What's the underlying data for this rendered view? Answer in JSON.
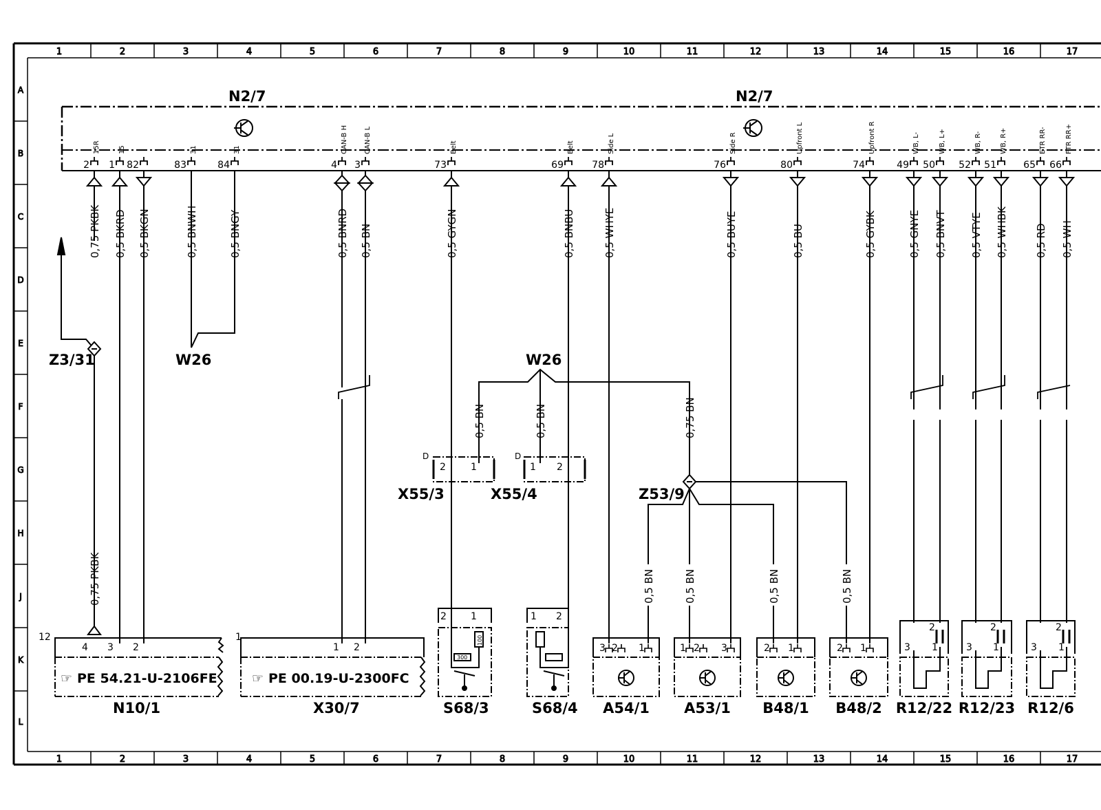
{
  "diagram": {
    "grid_columns": [
      "1",
      "2",
      "3",
      "4",
      "5",
      "6",
      "7",
      "8",
      "9",
      "10",
      "11",
      "12",
      "13",
      "14",
      "15",
      "16",
      "17"
    ],
    "grid_rows": [
      "A",
      "B",
      "C",
      "D",
      "E",
      "F",
      "G",
      "H",
      "J",
      "K",
      "L"
    ],
    "control_unit": {
      "label_left": "N2/7",
      "label_right": "N2/7",
      "pins": [
        {
          "num": "2",
          "name": "15R",
          "color": "0,75 PKBK",
          "dir": "up"
        },
        {
          "num": "1",
          "name": "15",
          "color": "0,5 BKRD",
          "dir": "up"
        },
        {
          "num": "82",
          "name": "",
          "color": "0,5 BKGN",
          "dir": "down"
        },
        {
          "num": "83",
          "name": "31",
          "color": "0,5 BNWH",
          "dir": ""
        },
        {
          "num": "84",
          "name": "31",
          "color": "0,5 BNGY",
          "dir": ""
        },
        {
          "num": "4",
          "name": "CAN-B H",
          "color": "0,5 BNRD",
          "dir": "both"
        },
        {
          "num": "3",
          "name": "CAN-B L",
          "color": "0,5 BN",
          "dir": "both"
        },
        {
          "num": "73",
          "name": "Belt",
          "color": "0,5 GYGN",
          "dir": "up"
        },
        {
          "num": "69",
          "name": "Belt",
          "color": "0,5 BNBU",
          "dir": "up"
        },
        {
          "num": "78",
          "name": "Side L",
          "color": "0,5 WHYE",
          "dir": "up"
        },
        {
          "num": "76",
          "name": "Side R",
          "color": "0,5 BUYE",
          "dir": "down"
        },
        {
          "num": "80",
          "name": "Upfront L",
          "color": "0,5 BU",
          "dir": "down"
        },
        {
          "num": "74",
          "name": "Upfront R",
          "color": "0,5 GYBK",
          "dir": "down"
        },
        {
          "num": "49",
          "name": "WB, L-",
          "color": "0,5 GNYE",
          "dir": "down"
        },
        {
          "num": "50",
          "name": "WB, L+",
          "color": "0,5 BNVT",
          "dir": "down"
        },
        {
          "num": "52",
          "name": "WB, R-",
          "color": "0,5 VTYE",
          "dir": "down"
        },
        {
          "num": "51",
          "name": "WB, R+",
          "color": "0,5 WHBK",
          "dir": "down"
        },
        {
          "num": "65",
          "name": "ETR RR-",
          "color": "0,5 RD",
          "dir": "down"
        },
        {
          "num": "66",
          "name": "FTR RR+",
          "color": "0,5 WH",
          "dir": "down"
        }
      ]
    },
    "ground_points": {
      "z3_31": "Z3/31",
      "w26_left": "W26",
      "w26_mid": "W26",
      "z53_9": "Z53/9"
    },
    "ground_wires": {
      "w1": "0,5 BN",
      "w2": "0,5 BN",
      "w3": "0,75 BN",
      "z1": "0,5 BN",
      "z2": "0,5 BN",
      "z3": "0,5 BN",
      "z4": "0,5 BN",
      "pkbk_lower": "0,75 PKBK"
    },
    "connectors": {
      "x55_3": "X55/3",
      "x55_4": "X55/4",
      "d_left": "D",
      "d_right": "D"
    },
    "components": {
      "n10_1": {
        "label": "N10/1",
        "ref": "PE  54.21-U-2106FE",
        "pin_top": "12"
      },
      "x30_7": {
        "label": "X30/7",
        "ref": "PE  00.19-U-2300FC",
        "pin_top": "1"
      },
      "s68_3": "S68/3",
      "s68_4": "S68/4",
      "a54_1": "A54/1",
      "a53_1": "A53/1",
      "b48_1": "B48/1",
      "b48_2": "B48/2",
      "r12_22": "R12/22",
      "r12_23": "R12/23",
      "r12_6x": "R12/6"
    },
    "resistor_values": {
      "r1": "100",
      "r2": "300"
    }
  }
}
